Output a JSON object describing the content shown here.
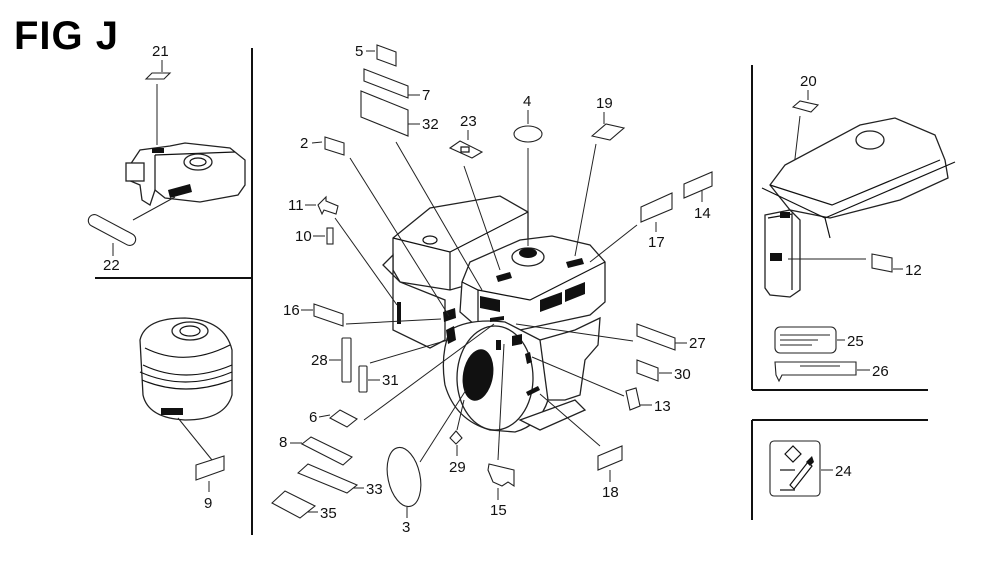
{
  "figure": {
    "title": "FIG J"
  },
  "callouts": {
    "p2": "2",
    "p3": "3",
    "p4": "4",
    "p5": "5",
    "p6": "6",
    "p7": "7",
    "p8": "8",
    "p9": "9",
    "p10": "10",
    "p11": "11",
    "p12": "12",
    "p13": "13",
    "p14": "14",
    "p15": "15",
    "p16": "16",
    "p17": "17",
    "p18": "18",
    "p19": "19",
    "p20": "20",
    "p21": "21",
    "p22": "22",
    "p23": "23",
    "p24": "24",
    "p25": "25",
    "p26": "26",
    "p27": "27",
    "p28": "28",
    "p29": "29",
    "p30": "30",
    "p31": "31",
    "p32": "32",
    "p33": "33",
    "p35": "35"
  },
  "panels": {
    "top_left": "air-cleaner-variant-a",
    "bottom_left": "air-cleaner-variant-b",
    "center": "engine-assembly",
    "top_right": "fuel-tank-variant",
    "bottom_right": "tool-label"
  }
}
